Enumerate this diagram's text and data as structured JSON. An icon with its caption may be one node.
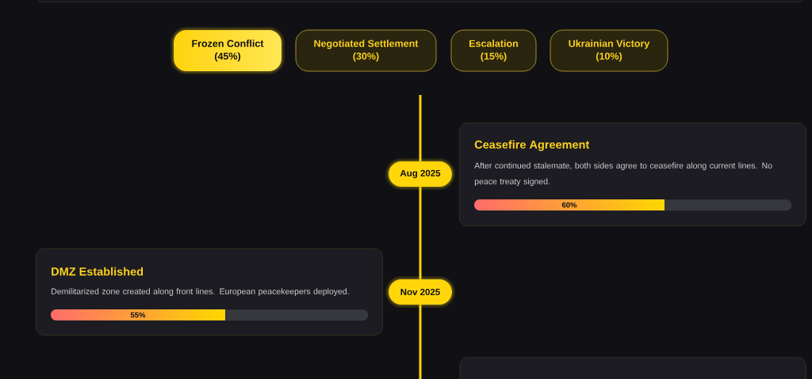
{
  "diagram": {
    "nodes": [
      {
        "text": [
          "Frozen Conflict",
          "(45%)"
        ]
      },
      {
        "text": [
          "Negotiated Settlement",
          "(30%)"
        ]
      },
      {
        "text": [
          "Escalation",
          "(15%)"
        ]
      },
      {
        "text": [
          "Ukrainian Victory",
          "(10%)"
        ]
      },
      {
        "text": [
          "Ceasefire Agreement",
          "After continued stalemate, both sides agree to ceasefire along current lines. No peace treaty signed."
        ]
      },
      {
        "text": [
          "60%"
        ],
        "in": 4
      },
      {
        "text": [
          "Aug 2025"
        ]
      },
      {
        "text": [
          "DMZ Established",
          "Demilitarized zone created along front lines. European peacekeepers deployed."
        ]
      },
      {
        "text": [
          "55%"
        ],
        "in": 7
      },
      {
        "text": [
          "Nov 2025"
        ]
      },
      {
        "text": [],
        "shape": "box"
      }
    ],
    "edges": [
      {
        "from": 6,
        "to": 9,
        "arrow": "none"
      }
    ]
  }
}
